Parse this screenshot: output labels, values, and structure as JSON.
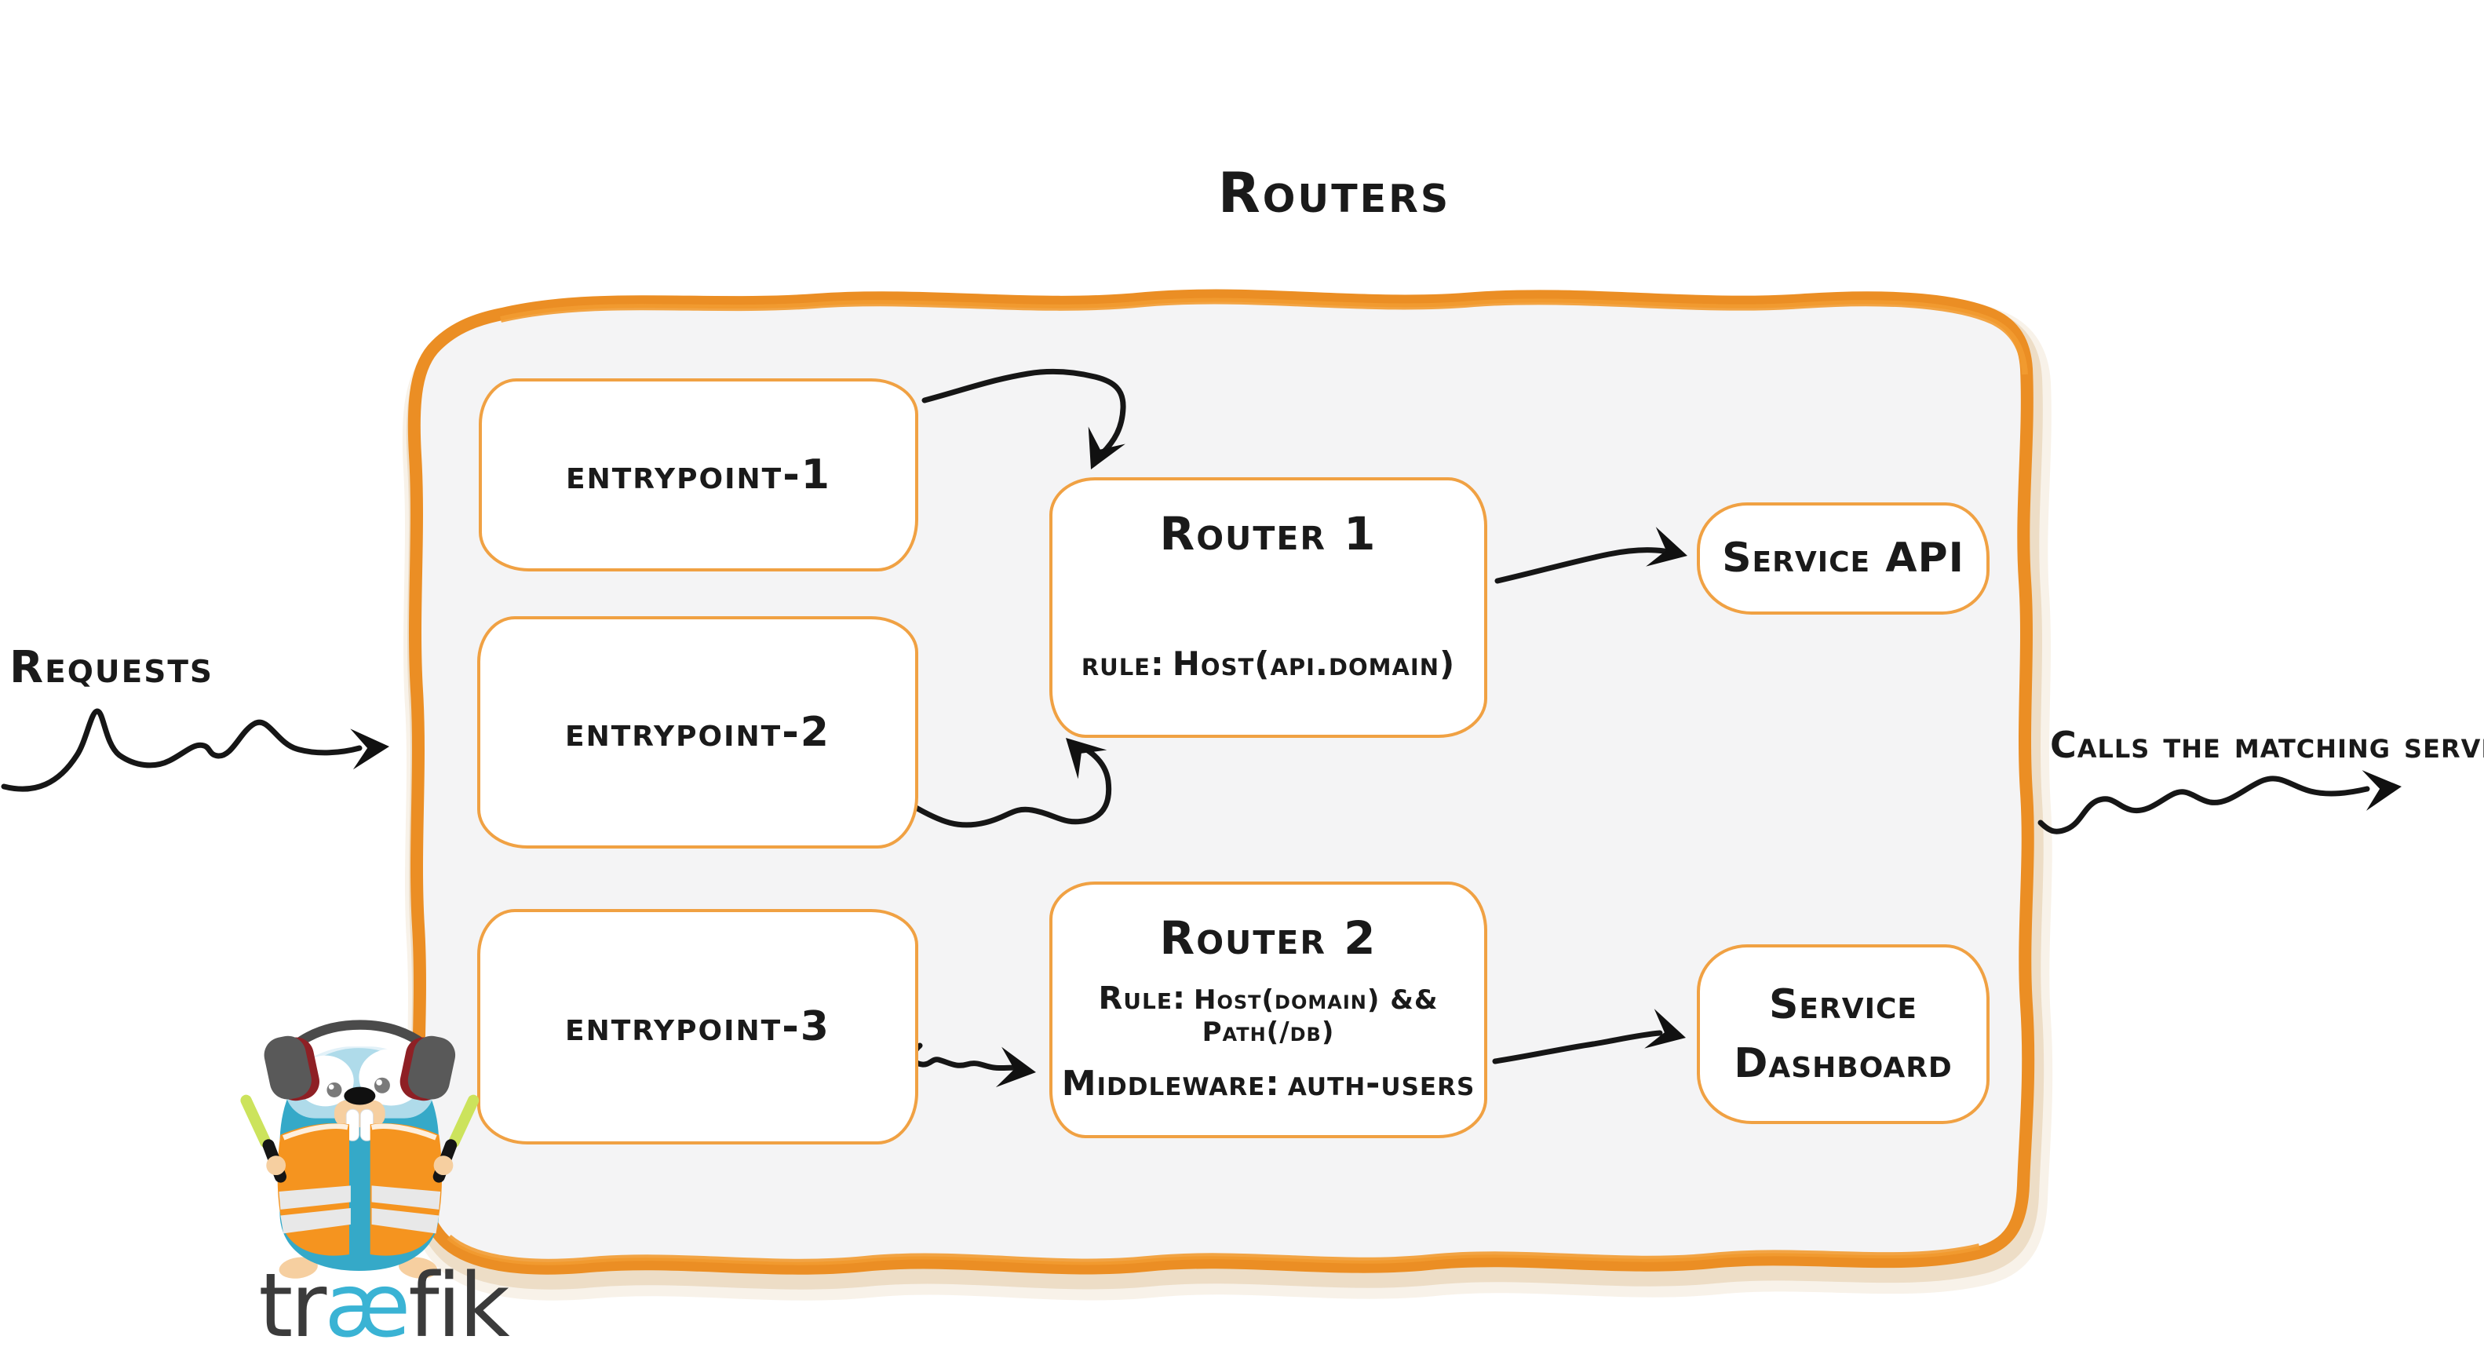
{
  "title": "Routers",
  "colors": {
    "frame_orange": "#EB8E24",
    "box_border_orange": "#F0A143",
    "panel_fill": "#F4F4F5",
    "ink": "#1A1A1A",
    "logo_teal": "#3AB3D4",
    "logo_dark": "#3B3B3B",
    "gopher_body": "#35A9C8",
    "vest_orange": "#F5941F"
  },
  "left_annotation": {
    "label": "Requests"
  },
  "right_annotation": {
    "label": "Calls the matching server"
  },
  "entrypoints": [
    {
      "label": "entrypoint-1"
    },
    {
      "label": "entrypoint-2"
    },
    {
      "label": "entrypoint-3"
    }
  ],
  "routers": [
    {
      "name": "Router 1",
      "rule_prefix": "rule:",
      "rule_value": "Host(api.domain)"
    },
    {
      "name": "Router 2",
      "rule_prefix": "Rule:",
      "rule_value": "Host(domain) && Path(/db)",
      "middleware_prefix": "Middleware:",
      "middleware_value": "auth-users"
    }
  ],
  "services": [
    {
      "label": "Service API"
    },
    {
      "line1": "Service",
      "line2": "Dashboard"
    }
  ],
  "logo": {
    "prefix": "tr",
    "ligature": "æ",
    "suffix": "fik"
  }
}
